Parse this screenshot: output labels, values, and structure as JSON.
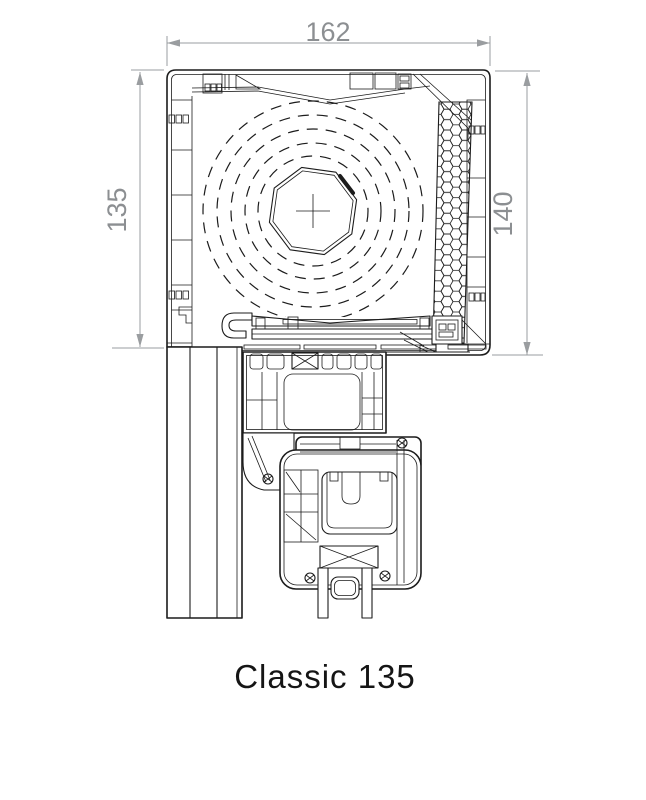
{
  "drawing": {
    "title": "Classic 135",
    "dimensions": {
      "top_width": {
        "value": "162"
      },
      "left_height": {
        "value": "135"
      },
      "right_height": {
        "value": "140"
      }
    },
    "colors": {
      "background": "#ffffff",
      "line": "#1c1c1c",
      "dimension_line": "#9a9da0",
      "dimension_text": "#8c8f92",
      "title_text": "#151515"
    }
  }
}
